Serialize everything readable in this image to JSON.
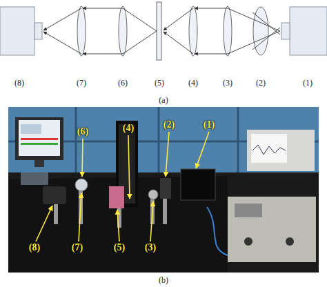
{
  "diagram": {
    "labels": [
      "(8)",
      "(7)",
      "(6)",
      "(5)",
      "(4)",
      "(3)",
      "(2)",
      "(1)",
      "(a)",
      "(6)",
      "(4)",
      "(2)",
      "(1)",
      "(8)",
      "(7)",
      "(5)",
      "(3)",
      "(b)"
    ]
  }
}
